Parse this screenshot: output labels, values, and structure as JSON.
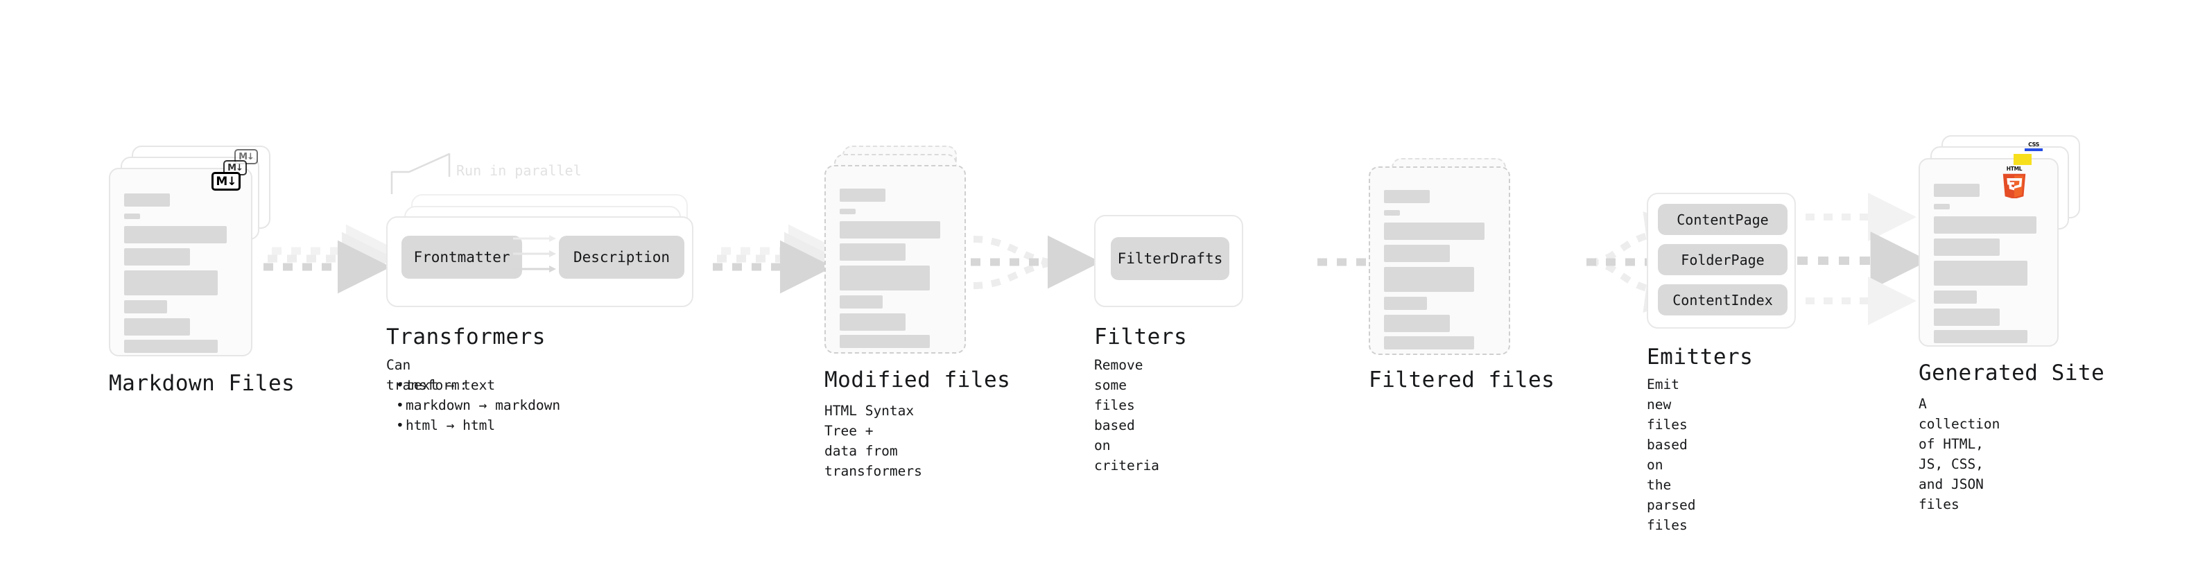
{
  "diagram": {
    "title_text": "",
    "colors": {
      "background": "#ffffff",
      "text": "#17181a",
      "skeleton": "#d9d9d9",
      "card_border": "#e6e6e6",
      "dashed_border": "#cfcfcf",
      "arrow_strong": "#d6d6d6",
      "arrow_weak": "#ececec",
      "pill_bg": "#d9d9d9",
      "html5_orange": "#e44d26",
      "html5_shield": "#f16529",
      "css_blue": "#264de4",
      "js_yellow": "#f7df1e"
    },
    "stages": [
      {
        "id": "markdown-files",
        "title": "Markdown Files",
        "caption": "",
        "badge": "markdown-badge",
        "badge_text": "M",
        "card_style": "solid",
        "stack_count": 3
      },
      {
        "id": "transformers",
        "title": "Transformers",
        "caption": "Can transform:",
        "caption_items": [
          "text → text",
          "markdown → markdown",
          "html → html"
        ],
        "annotation": "Run in parallel",
        "pills": [
          "Frontmatter",
          "Description"
        ],
        "stack_count": 3
      },
      {
        "id": "modified-files",
        "title": "Modified files",
        "caption": "HTML Syntax Tree +\ndata from transformers",
        "card_style": "dashed",
        "stack_count": 3
      },
      {
        "id": "filters",
        "title": "Filters",
        "caption": "Remove some files based\non criteria",
        "pills": [
          "FilterDrafts"
        ],
        "stack_count": 1
      },
      {
        "id": "filtered-files",
        "title": "Filtered files",
        "caption": "",
        "card_style": "dashed",
        "stack_count": 2
      },
      {
        "id": "emitters",
        "title": "Emitters",
        "caption": "Emit new files based on\nthe parsed files",
        "pills": [
          "ContentPage",
          "FolderPage",
          "ContentIndex"
        ],
        "stack_count": 1
      },
      {
        "id": "generated-site",
        "title": "Generated Site",
        "caption": "A collection of HTML,\nJS, CSS, and JSON files",
        "badges": [
          "css-badge",
          "js-badge",
          "html5-badge"
        ],
        "badge_text_css": "CSS",
        "badge_text_html": "HTML",
        "badge_digit_html": "5",
        "card_style": "solid",
        "stack_count": 3
      }
    ]
  }
}
